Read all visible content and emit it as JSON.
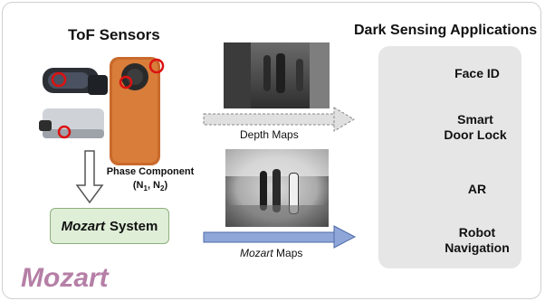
{
  "tof_title": "ToF Sensors",
  "apps_title": "Dark Sensing Applications",
  "apps": [
    {
      "label": "Face ID"
    },
    {
      "label": "Smart Door Lock"
    },
    {
      "label": "AR"
    },
    {
      "label": "Robot Navigation"
    }
  ],
  "phase": {
    "line1": "Phase Component",
    "line2": "(N1, N2)"
  },
  "system": {
    "name_italic": "Mozart",
    "name_rest": "System"
  },
  "depth_label": "Depth Maps",
  "mozart_maps": {
    "italic": "Mozart",
    "rest": "Maps"
  },
  "brand": "Mozart",
  "colors": {
    "brand": "#b57fa6",
    "system_fill": "#dfeed7",
    "maps_arrow": "#8fa6d8",
    "panel": "#e6e6e6"
  }
}
